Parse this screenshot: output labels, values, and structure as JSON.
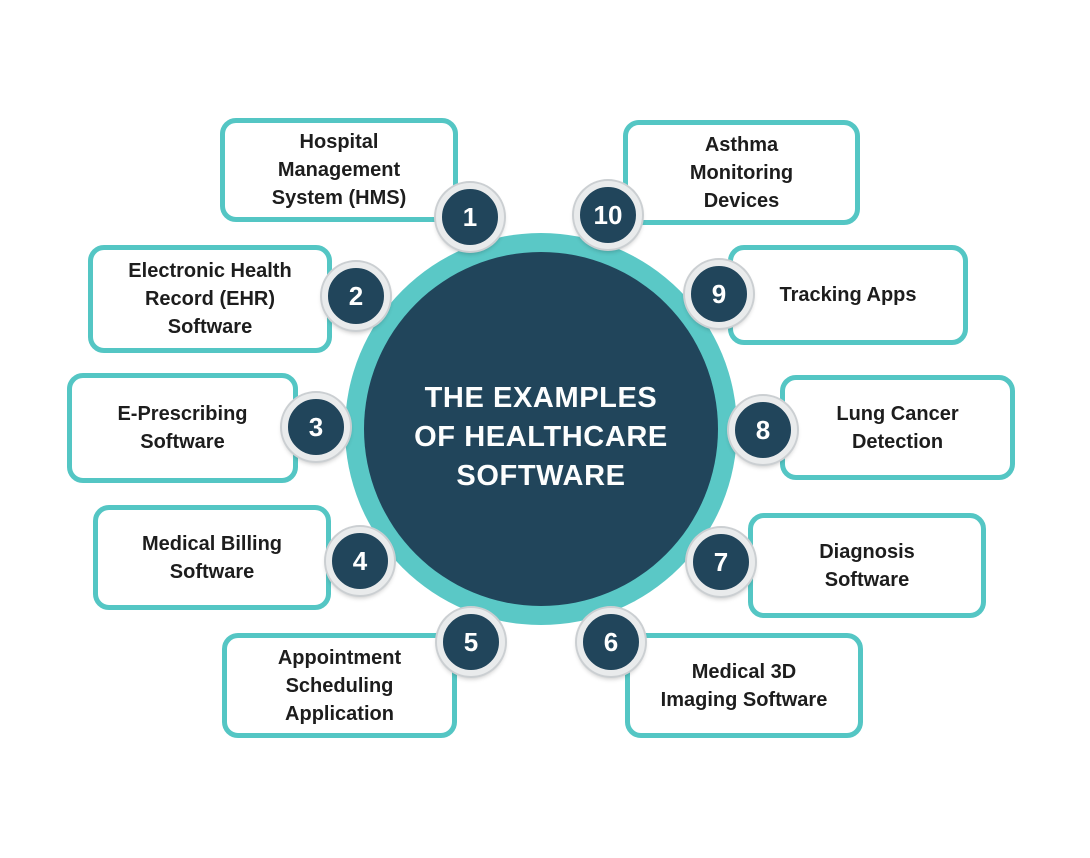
{
  "title": "THE EXAMPLES\nOF HEALTHCARE\nSOFTWARE",
  "items": [
    {
      "number": "1",
      "label": "Hospital\nManagement\nSystem (HMS)"
    },
    {
      "number": "2",
      "label": "Electronic Health\nRecord (EHR)\nSoftware"
    },
    {
      "number": "3",
      "label": "E-Prescribing\nSoftware"
    },
    {
      "number": "4",
      "label": "Medical Billing\nSoftware"
    },
    {
      "number": "5",
      "label": "Appointment\nScheduling\nApplication"
    },
    {
      "number": "6",
      "label": "Medical 3D\nImaging Software"
    },
    {
      "number": "7",
      "label": "Diagnosis\nSoftware"
    },
    {
      "number": "8",
      "label": "Lung Cancer\nDetection"
    },
    {
      "number": "9",
      "label": "Tracking Apps"
    },
    {
      "number": "10",
      "label": "Asthma\nMonitoring\nDevices"
    }
  ],
  "colors": {
    "teal": "#54C6C4",
    "teal_ring": "#5AC8C6",
    "navy": "#21455B",
    "badge_ring_gray": "#CBCFD2",
    "badge_ring_inner": "#E9EBEC",
    "label_text": "#1D1D1D",
    "title_text": "#FDFEFE",
    "background": "#FFFFFF"
  }
}
